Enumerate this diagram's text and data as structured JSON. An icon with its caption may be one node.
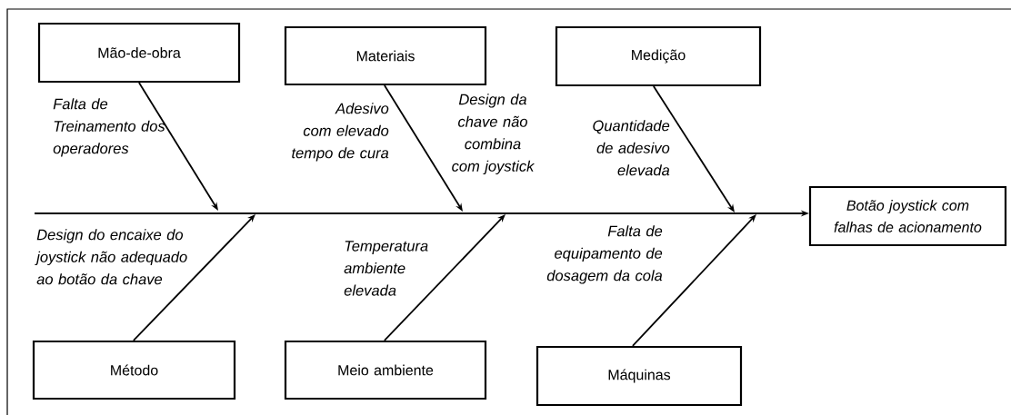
{
  "diagram": {
    "nodes": [
      {
        "text": [
          "Mão-de-obra"
        ]
      },
      {
        "text": [
          "Materiais"
        ]
      },
      {
        "text": [
          "Medição"
        ]
      },
      {
        "text": [
          "Método"
        ]
      },
      {
        "text": [
          "Meio ambiente"
        ]
      },
      {
        "text": [
          "Máquinas"
        ]
      },
      {
        "text": [
          "Botão joystick com falhas de acionamento"
        ]
      }
    ],
    "edges": [
      {
        "from": 0,
        "to": null,
        "arrow": "to"
      },
      {
        "from": 1,
        "to": null,
        "arrow": "to"
      },
      {
        "from": 2,
        "to": null,
        "arrow": "to"
      },
      {
        "from": 3,
        "to": null,
        "arrow": "to"
      },
      {
        "from": 4,
        "to": null,
        "arrow": "to"
      },
      {
        "from": 5,
        "to": null,
        "arrow": "to"
      },
      {
        "from": null,
        "to": 6,
        "arrow": "to"
      }
    ],
    "labels": [
      "Falta de Treinamento dos operadores",
      "Adesivo com elevado tempo de cura",
      "Design da chave não combina com joystick",
      "Quantidade de adesivo elevada",
      "Design do encaixe do joystick não adequado ao botão da chave",
      "Temperatura ambiente elevada",
      "Falta de equipamento de dosagem da cola"
    ]
  }
}
